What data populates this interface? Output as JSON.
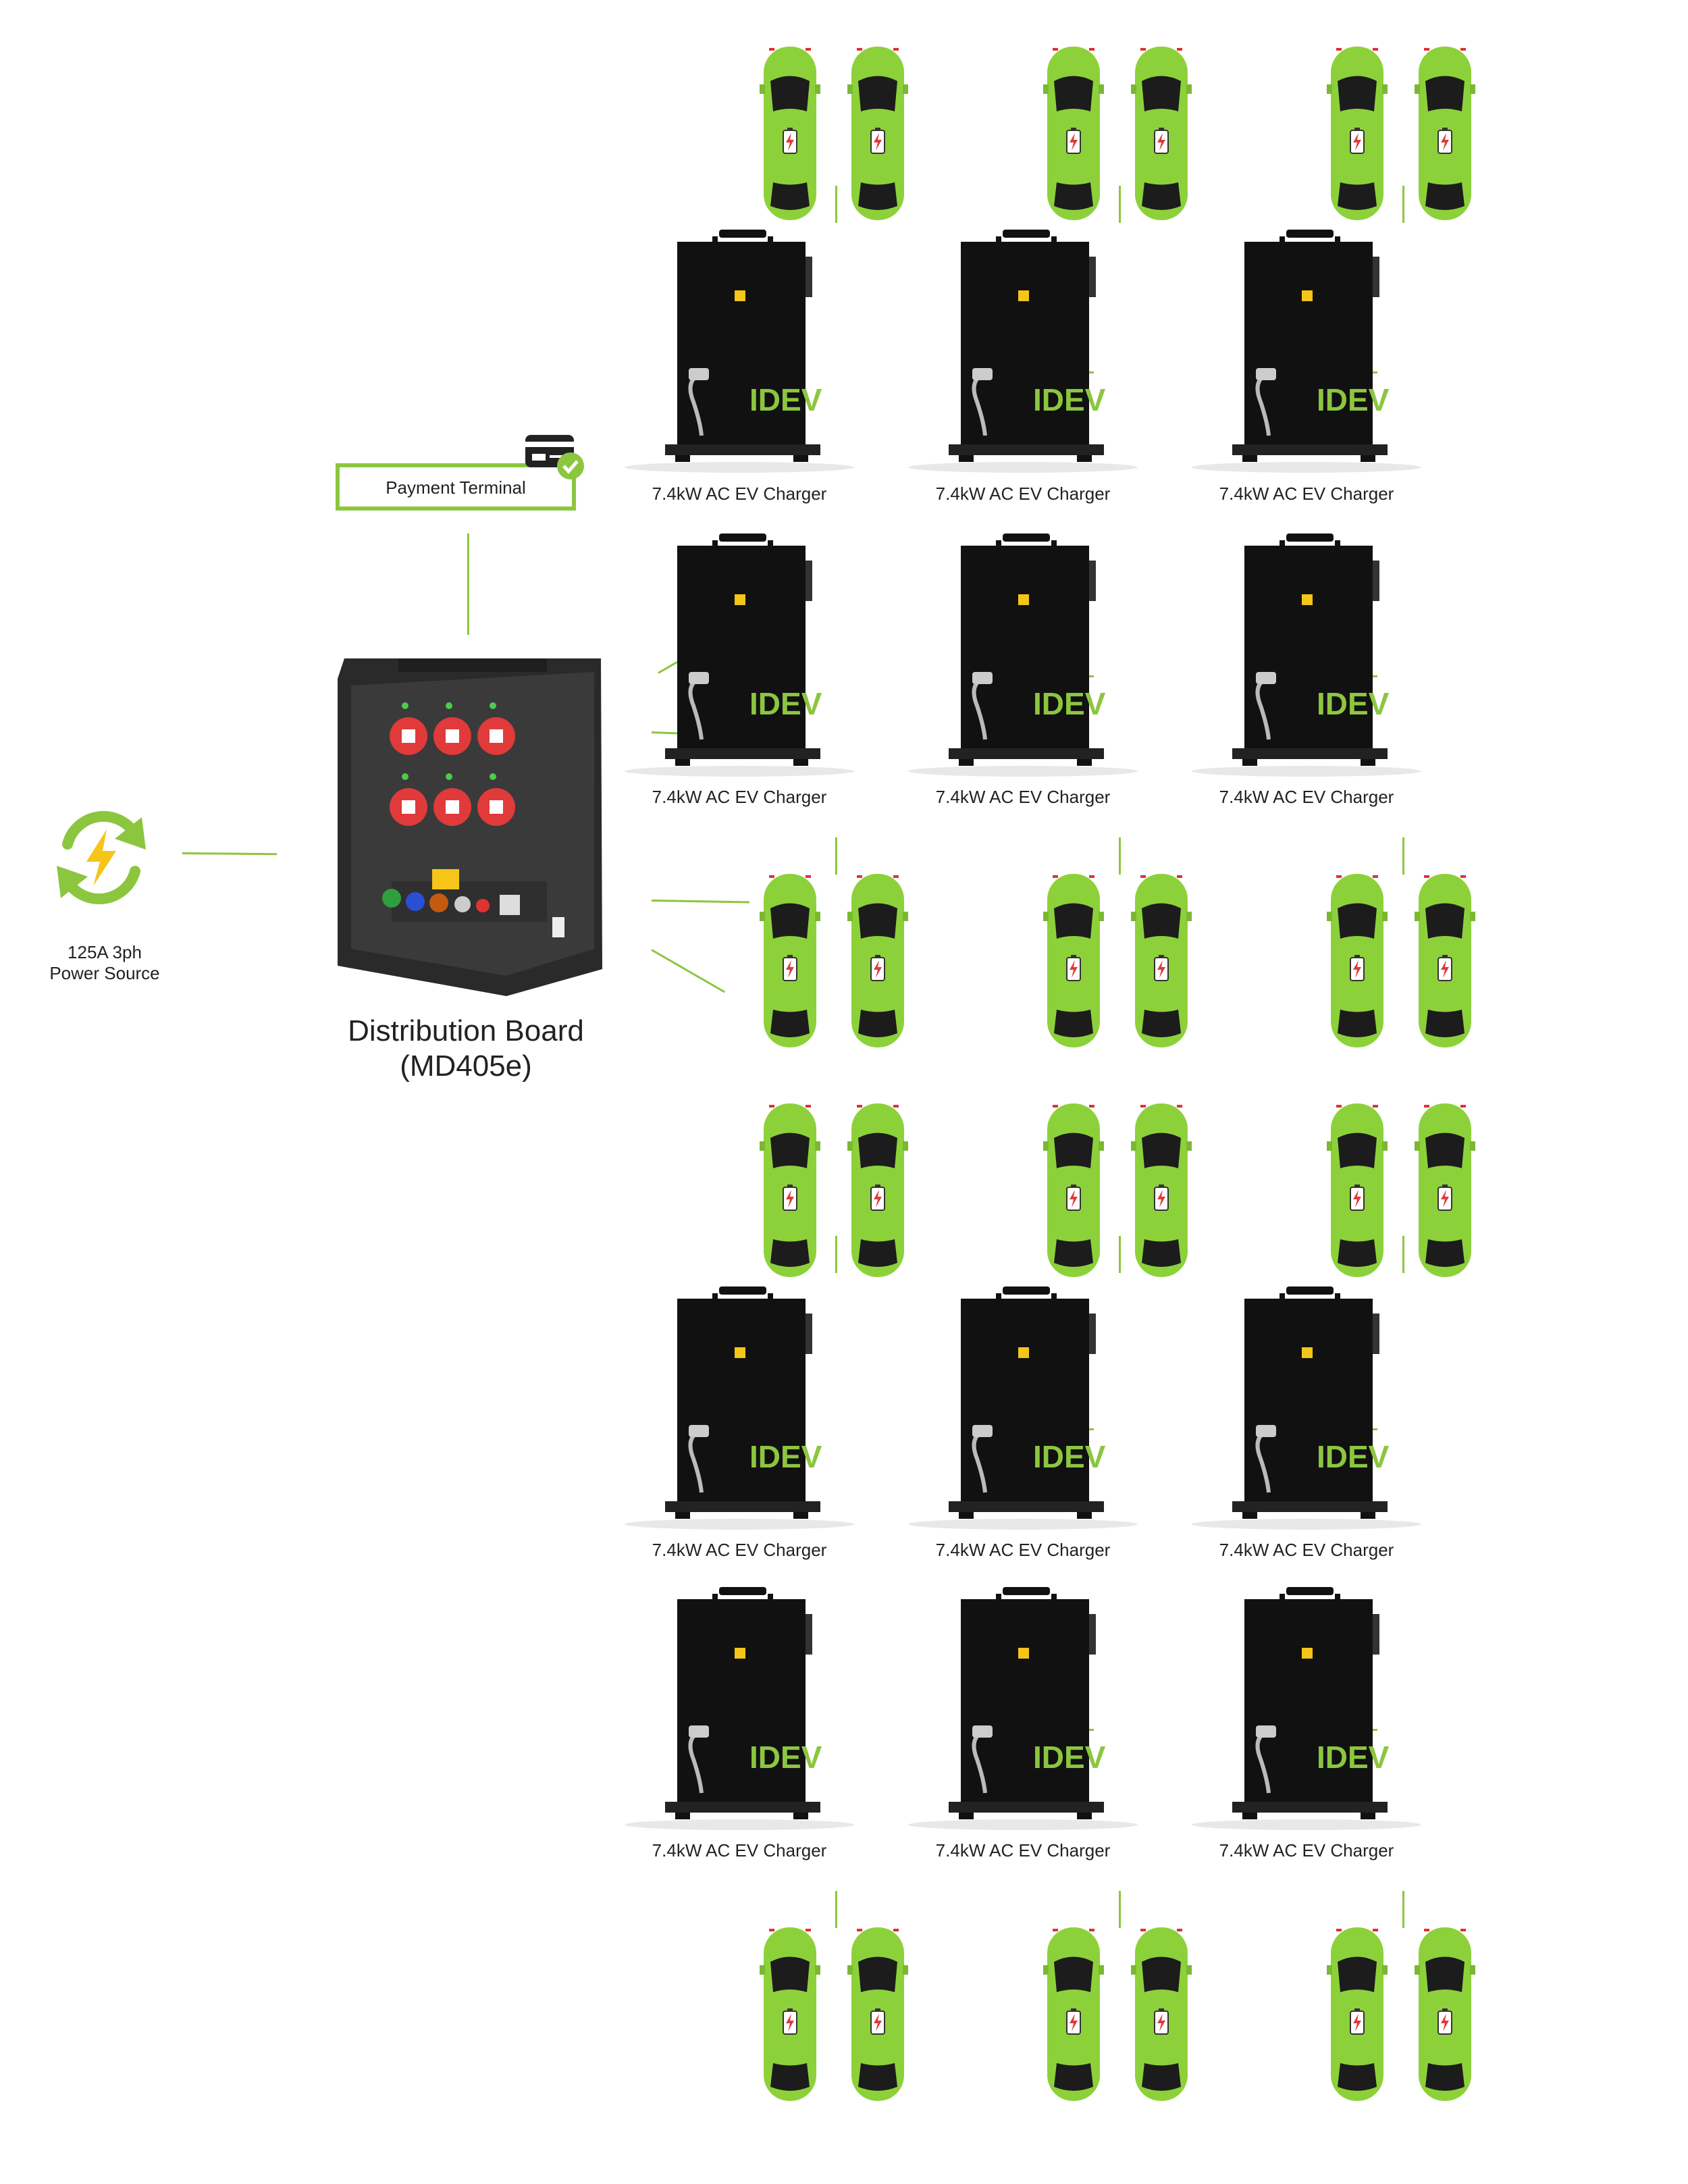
{
  "power_source": {
    "label_line1": "125A 3ph",
    "label_line2": "Power Source",
    "icon": "lightning-refresh-icon"
  },
  "payment_terminal": {
    "label": "Payment Terminal",
    "icon": "card-terminal-icon",
    "badge_icon": "check-badge-icon"
  },
  "distribution_board": {
    "title_line1": "Distribution Board",
    "title_line2": "(MD405e)"
  },
  "charger": {
    "label": "7.4kW AC EV Charger",
    "brand": "IDEV"
  },
  "colors": {
    "accent": "#8cc63f",
    "car": "#8dd13a",
    "charger": "#111111",
    "text": "#222222"
  },
  "charger_rows": [
    {
      "labels": [
        "7.4kW AC EV Charger",
        "7.4kW AC EV Charger",
        "7.4kW AC EV Charger"
      ]
    },
    {
      "labels": [
        "7.4kW AC EV Charger",
        "7.4kW AC EV Charger",
        "7.4kW AC EV Charger"
      ]
    },
    {
      "labels": [
        "7.4kW AC EV Charger",
        "7.4kW AC EV Charger",
        "7.4kW AC EV Charger"
      ]
    },
    {
      "labels": [
        "7.4kW AC EV Charger",
        "7.4kW AC EV Charger",
        "7.4kW AC EV Charger"
      ]
    }
  ]
}
